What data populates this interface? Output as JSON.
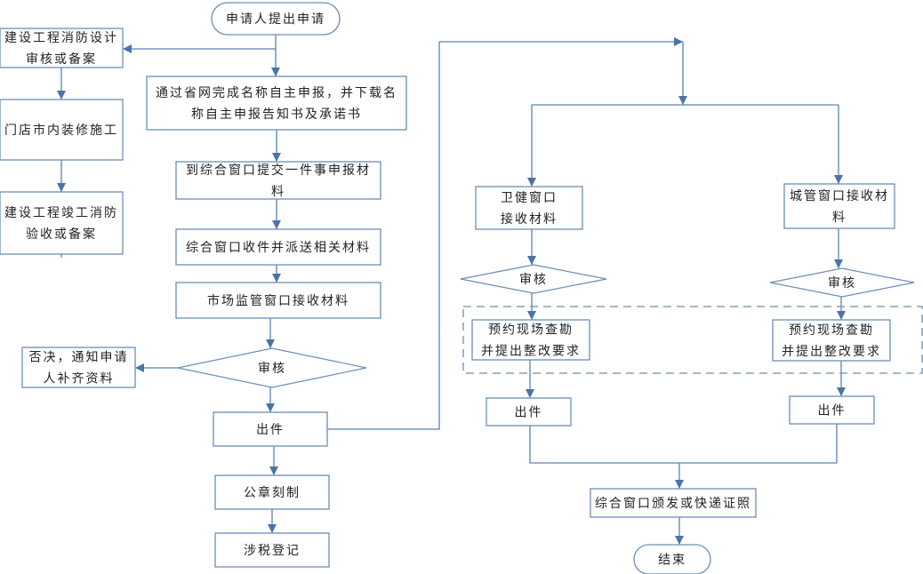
{
  "diagram": {
    "type": "flowchart",
    "colors": {
      "stroke": "#6e8db5",
      "arrow": "#4a73a8",
      "text": "#222222",
      "background": "#ffffff"
    },
    "nodes": {
      "start": {
        "shape": "terminator",
        "lines": [
          "申请人提出申请"
        ]
      },
      "fire_design": {
        "shape": "process",
        "lines": [
          "建设工程消防设计",
          "审核或备案"
        ]
      },
      "renovation": {
        "shape": "process",
        "lines": [
          "门店市内装修施工"
        ]
      },
      "fire_acceptance": {
        "shape": "process",
        "lines": [
          "建设工程竣工消防",
          "验收或备案"
        ]
      },
      "name_declaration": {
        "shape": "process",
        "lines": [
          "通过省网完成名称自主申报，并下载名",
          "称自主申报告知书及承诺书"
        ]
      },
      "submit_materials": {
        "shape": "process",
        "lines": [
          "到综合窗口提交一件事申报材",
          "料"
        ]
      },
      "receive_dispatch": {
        "shape": "process",
        "lines": [
          "综合窗口收件并派送相关材料"
        ]
      },
      "market_window": {
        "shape": "process",
        "lines": [
          "市场监管窗口接收材料"
        ]
      },
      "review_main": {
        "shape": "decision",
        "lines": [
          "审核"
        ]
      },
      "reject": {
        "shape": "process",
        "lines": [
          "否决，通知申请",
          "人补齐资料"
        ]
      },
      "issue_main": {
        "shape": "process",
        "lines": [
          "出件"
        ]
      },
      "seal": {
        "shape": "process",
        "lines": [
          "公章刻制"
        ]
      },
      "tax": {
        "shape": "process",
        "lines": [
          "涉税登记"
        ]
      },
      "health_window": {
        "shape": "process",
        "lines": [
          "卫健窗口",
          "接收材料"
        ]
      },
      "urban_window": {
        "shape": "process",
        "lines": [
          "城管窗口接收材",
          "料"
        ]
      },
      "review_health": {
        "shape": "decision",
        "lines": [
          "审核"
        ]
      },
      "review_urban": {
        "shape": "decision",
        "lines": [
          "审核"
        ]
      },
      "inspect_health": {
        "shape": "process",
        "lines": [
          "预约现场查勘",
          "并提出整改要求"
        ]
      },
      "inspect_urban": {
        "shape": "process",
        "lines": [
          "预约现场查勘",
          "并提出整改要求"
        ]
      },
      "issue_health": {
        "shape": "process",
        "lines": [
          "出件"
        ]
      },
      "issue_urban": {
        "shape": "process",
        "lines": [
          "出件"
        ]
      },
      "deliver": {
        "shape": "process",
        "lines": [
          "综合窗口颁发或快递证照"
        ]
      },
      "end": {
        "shape": "terminator",
        "lines": [
          "结束"
        ]
      }
    },
    "edges": [
      [
        "start",
        "name_declaration"
      ],
      [
        "start",
        "fire_design"
      ],
      [
        "fire_design",
        "renovation"
      ],
      [
        "renovation",
        "fire_acceptance"
      ],
      [
        "name_declaration",
        "submit_materials"
      ],
      [
        "submit_materials",
        "receive_dispatch"
      ],
      [
        "receive_dispatch",
        "market_window"
      ],
      [
        "market_window",
        "review_main"
      ],
      [
        "review_main",
        "reject"
      ],
      [
        "review_main",
        "issue_main"
      ],
      [
        "issue_main",
        "seal"
      ],
      [
        "seal",
        "tax"
      ],
      [
        "issue_main",
        "health_window"
      ],
      [
        "issue_main",
        "urban_window"
      ],
      [
        "health_window",
        "review_health"
      ],
      [
        "urban_window",
        "review_urban"
      ],
      [
        "review_health",
        "inspect_health"
      ],
      [
        "review_urban",
        "inspect_urban"
      ],
      [
        "inspect_health",
        "issue_health"
      ],
      [
        "inspect_urban",
        "issue_urban"
      ],
      [
        "issue_health",
        "deliver"
      ],
      [
        "issue_urban",
        "deliver"
      ],
      [
        "deliver",
        "end"
      ]
    ],
    "groups": [
      {
        "name": "onsite-inspection-group",
        "style": "dashed",
        "members": [
          "inspect_health",
          "inspect_urban"
        ]
      }
    ]
  }
}
